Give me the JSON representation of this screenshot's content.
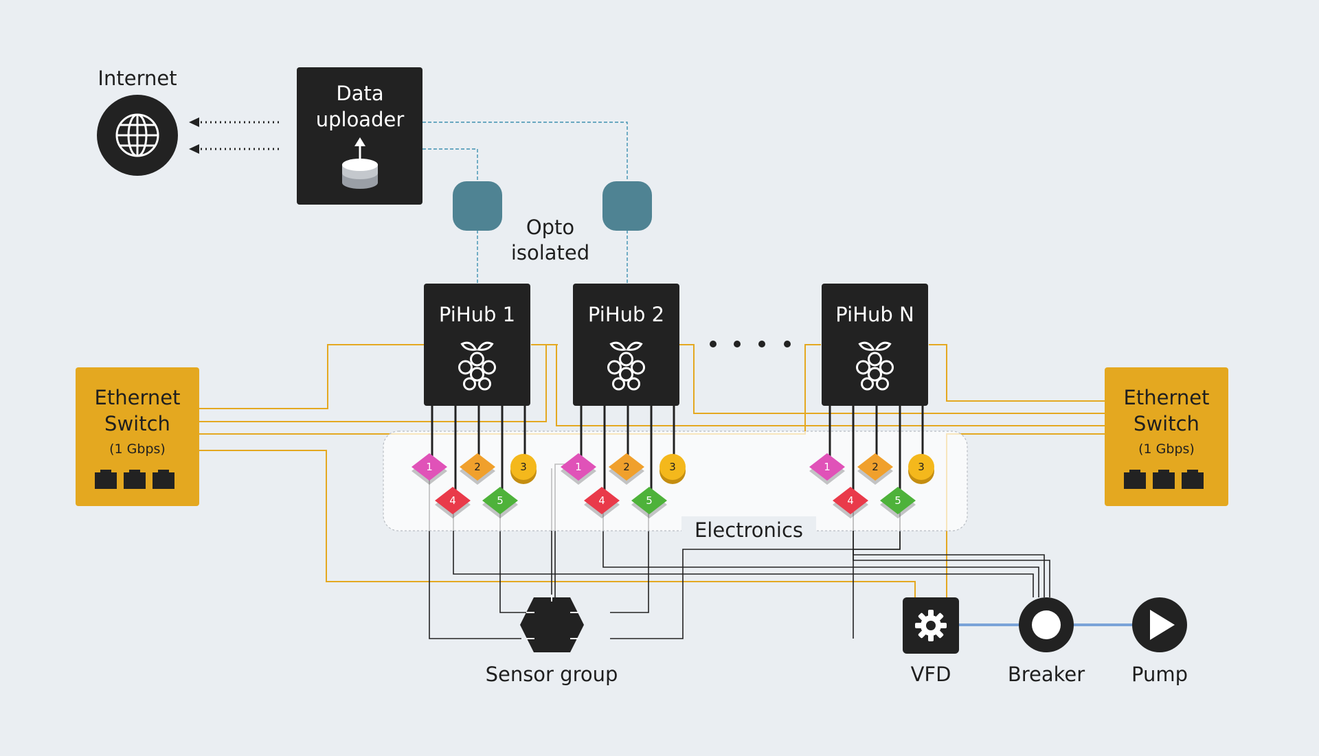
{
  "labels": {
    "internet": "Internet",
    "uploader_line1": "Data",
    "uploader_line2": "uploader",
    "opto_line1": "Opto",
    "opto_line2": "isolated",
    "electronics": "Electronics",
    "sensor_group": "Sensor group",
    "vfd": "VFD",
    "breaker": "Breaker",
    "pump": "Pump"
  },
  "hubs": [
    {
      "name": "PiHub 1"
    },
    {
      "name": "PiHub 2"
    },
    {
      "name": "PiHub N"
    }
  ],
  "switches": [
    {
      "title_line1": "Ethernet",
      "title_line2": "Switch",
      "speed": "(1 Gbps)"
    },
    {
      "title_line1": "Ethernet",
      "title_line2": "Switch",
      "speed": "(1 Gbps)"
    }
  ],
  "pins": {
    "p1": "1",
    "p2": "2",
    "p3": "3",
    "p4": "4",
    "p5": "5"
  },
  "colors": {
    "background": "#eaeef2",
    "box": "#222222",
    "switch": "#e4a820",
    "ethernet_line": "#e4a820",
    "opto": "#4f8393",
    "pin1": "#e052b8",
    "pin2": "#f0a02c",
    "pin3": "#f4b81c",
    "pin4": "#e93a4a",
    "pin5": "#4eb23a",
    "power_line": "#7aa3d8"
  }
}
